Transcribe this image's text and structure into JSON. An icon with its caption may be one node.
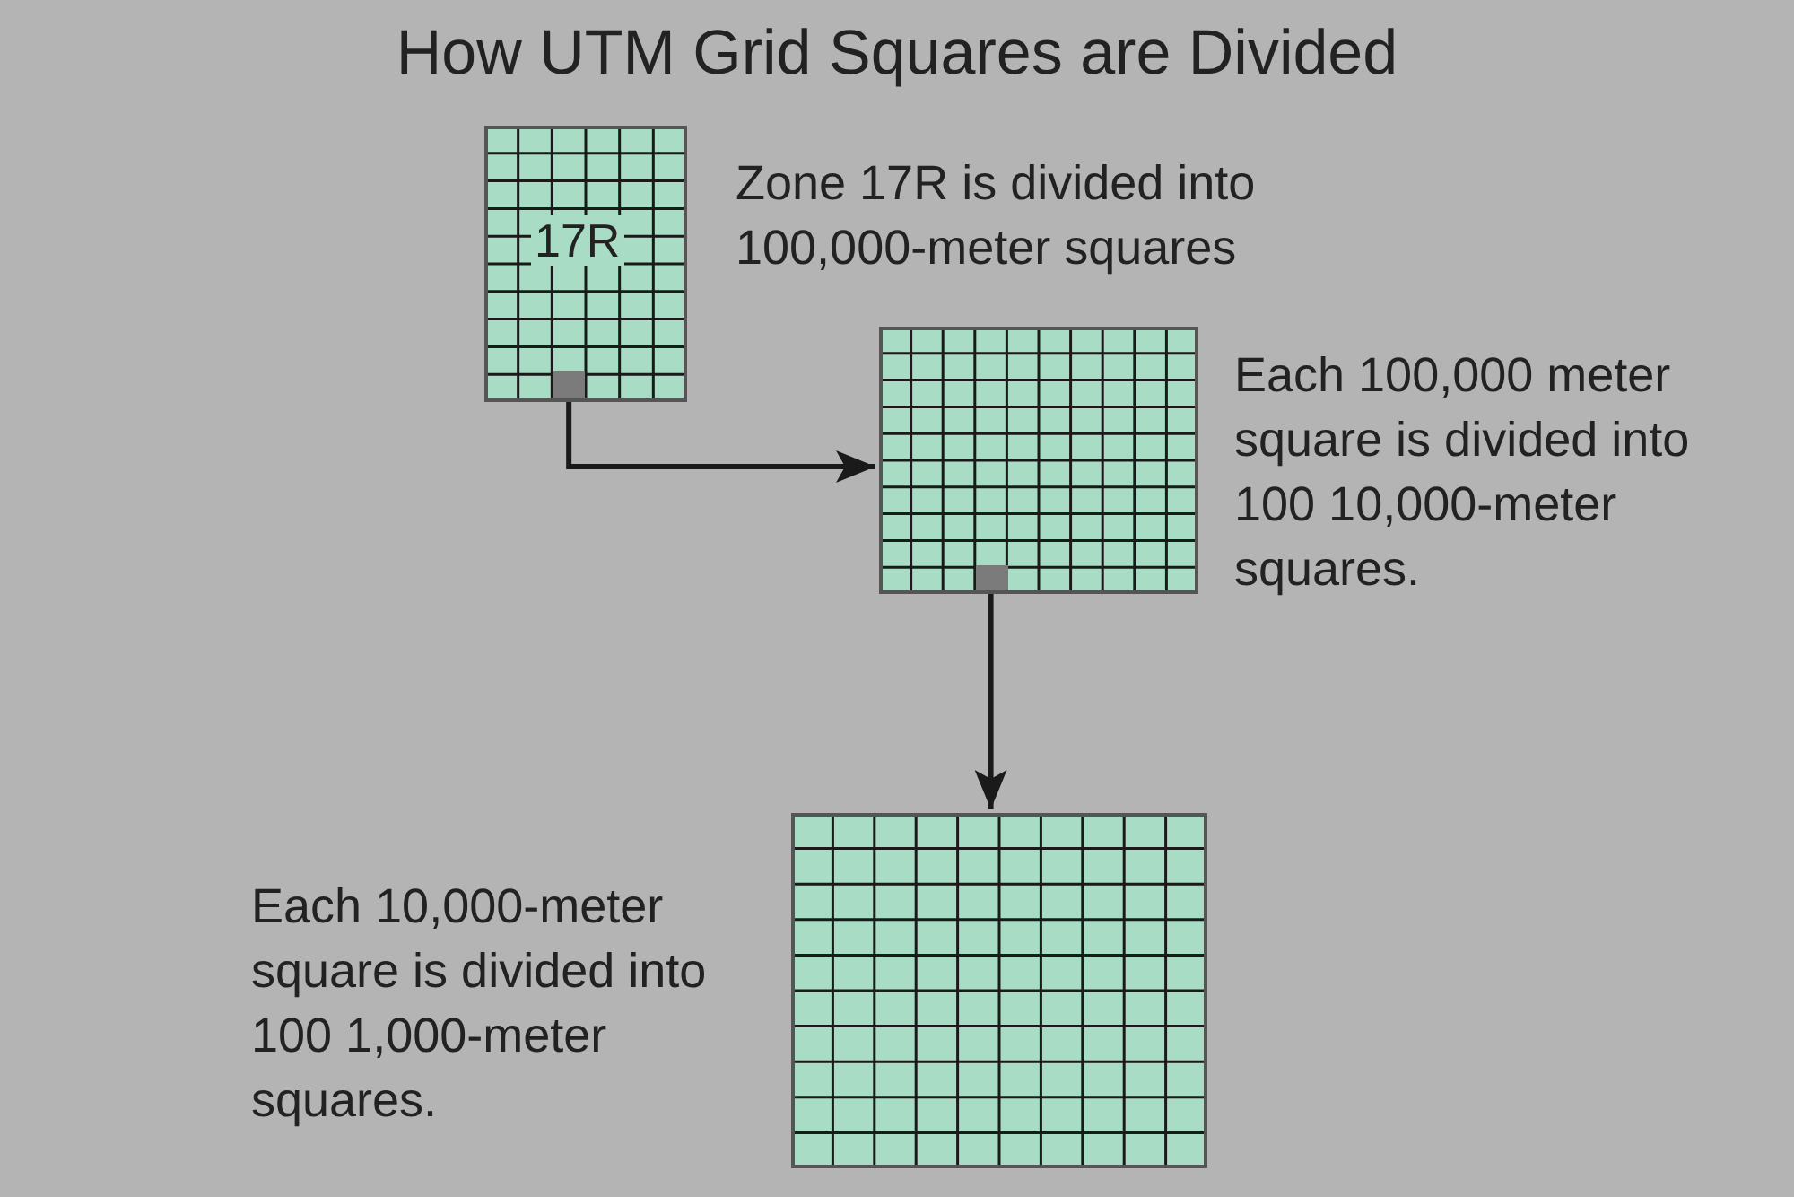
{
  "diagram": {
    "title": "How UTM Grid Squares are Divided",
    "nodes": [
      {
        "text": [
          "17R"
        ],
        "beside": [
          "Zone 17R is divided into 100,000-meter squares"
        ]
      },
      {
        "text": [],
        "shape": "box",
        "in": 0
      },
      {
        "text": [],
        "shape": "box",
        "beside": [
          "Each 100,000 meter square is divided into 100 10,000-meter squares."
        ]
      },
      {
        "text": [],
        "shape": "box",
        "in": 2
      },
      {
        "text": [],
        "shape": "box",
        "beside": [
          "Each 10,000-meter square is divided into 100 1,000-meter squares."
        ]
      }
    ],
    "edges": [
      {
        "from": 1,
        "to": 2,
        "arrow": "to"
      },
      {
        "from": 3,
        "to": 4,
        "arrow": "to"
      }
    ]
  }
}
